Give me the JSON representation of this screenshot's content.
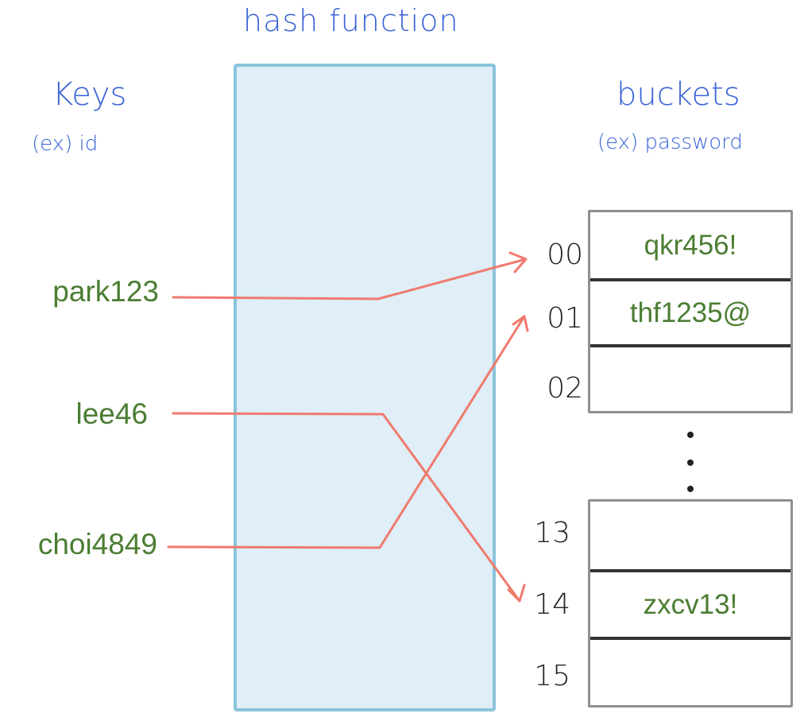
{
  "header": {
    "hash_function": "hash function"
  },
  "keys_column": {
    "title": "Keys",
    "example": "(ex) id"
  },
  "buckets_column": {
    "title": "buckets",
    "example": "(ex) password"
  },
  "keys": [
    "park123",
    "lee46",
    "choi4849"
  ],
  "buckets": [
    {
      "index": "00",
      "value": "qkr456!"
    },
    {
      "index": "01",
      "value": "thf1235@"
    },
    {
      "index": "02",
      "value": ""
    },
    {
      "index": "13",
      "value": ""
    },
    {
      "index": "14",
      "value": "zxcv13!"
    },
    {
      "index": "15",
      "value": ""
    }
  ],
  "mappings": [
    {
      "key": "park123",
      "bucket": "00"
    },
    {
      "key": "lee46",
      "bucket": "14"
    },
    {
      "key": "choi4849",
      "bucket": "01"
    }
  ],
  "colors": {
    "label_blue": "#3a63d6",
    "key_green": "#4b7d32",
    "arrow_red": "#f07a6e",
    "hash_fill": "#dfeef7",
    "hash_border": "#8bc3dc"
  }
}
